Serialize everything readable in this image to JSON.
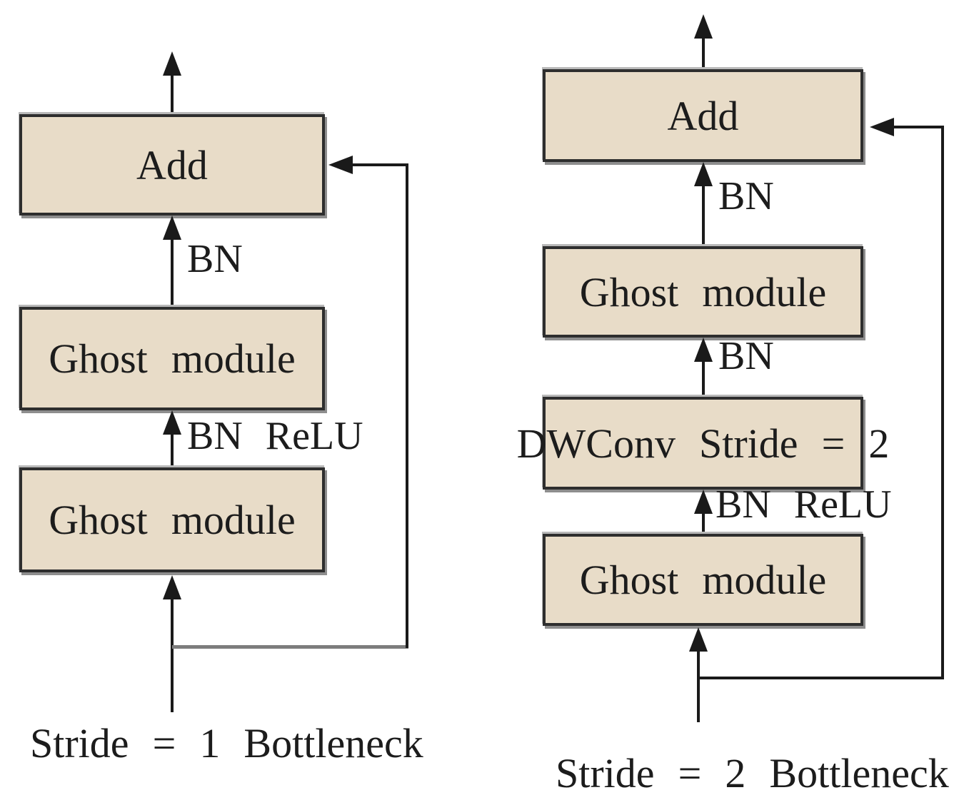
{
  "colors": {
    "background": "#ffffff",
    "box_fill": "#e8dcc8",
    "box_border": "#2e2e2e",
    "arrow_line": "#1a1a1a",
    "skip_line_gray": "#7d7d7d",
    "text": "#1c1c1c"
  },
  "left": {
    "caption": "Stride = 1 Bottleneck",
    "nodes": {
      "add": "Add",
      "ghost_top": "Ghost module",
      "ghost_bottom": "Ghost module"
    },
    "edge_labels": {
      "bn": "BN",
      "bn_relu": "BN ReLU"
    }
  },
  "right": {
    "caption": "Stride = 2 Bottleneck",
    "nodes": {
      "add": "Add",
      "ghost_top": "Ghost module",
      "dwconv": "DWConv Stride = 2",
      "ghost_bottom": "Ghost module"
    },
    "edge_labels": {
      "bn_upper": "BN",
      "bn_lower": "BN",
      "bn_relu": "BN ReLU"
    }
  }
}
